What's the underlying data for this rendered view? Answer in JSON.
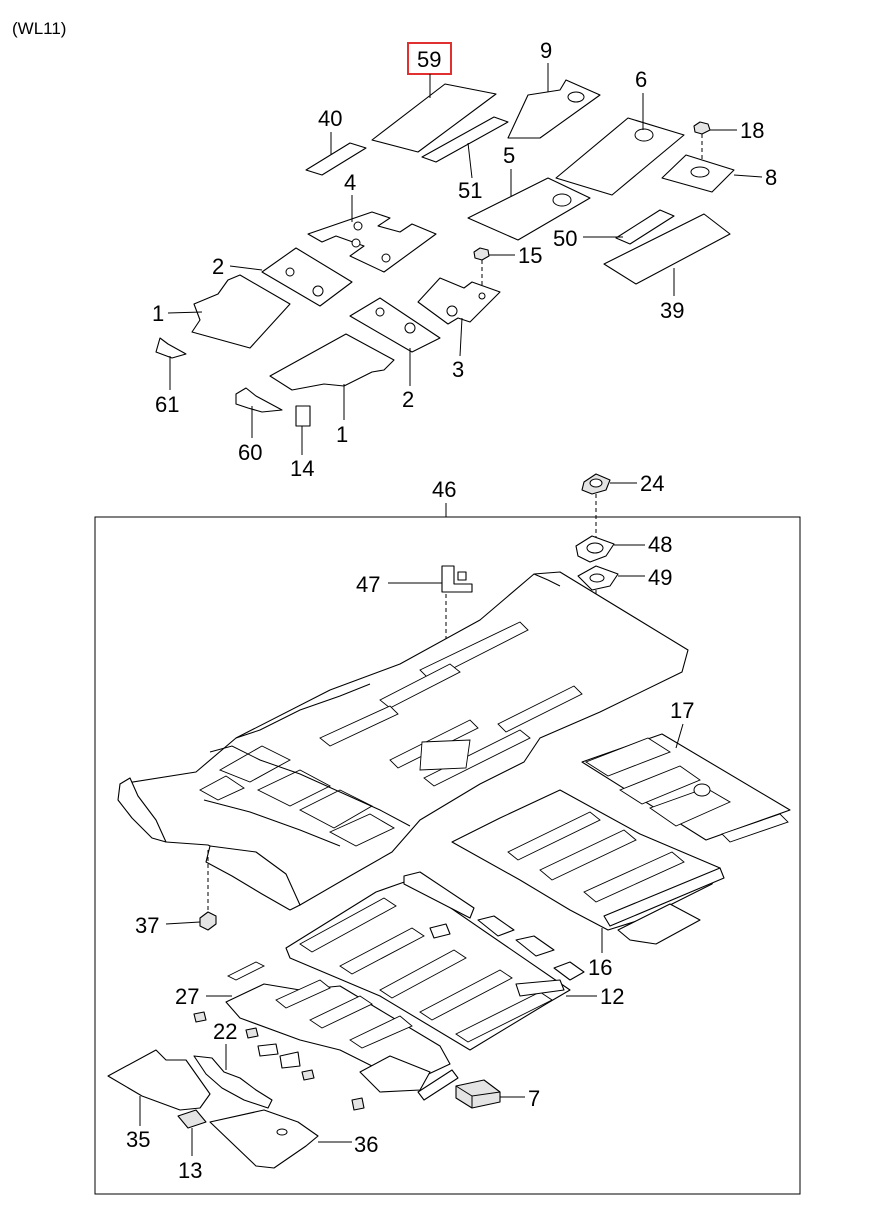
{
  "diagram": {
    "header": "(WL11)",
    "highlighted_part": "59",
    "highlight_color": "#e03030",
    "callouts": {
      "p59": "59",
      "p9": "9",
      "p40": "40",
      "p6": "6",
      "p18": "18",
      "p51": "51",
      "p5": "5",
      "p8": "8",
      "p4": "4",
      "p50": "50",
      "p2a": "2",
      "p15": "15",
      "p1a": "1",
      "p39": "39",
      "p3": "3",
      "p61": "61",
      "p2b": "2",
      "p1b": "1",
      "p60": "60",
      "p14": "14",
      "p46": "46",
      "p24": "24",
      "p48": "48",
      "p47": "47",
      "p49": "49",
      "p17": "17",
      "p37": "37",
      "p16": "16",
      "p27": "27",
      "p12": "12",
      "p22": "22",
      "p7": "7",
      "p35": "35",
      "p36": "36",
      "p13": "13"
    }
  }
}
